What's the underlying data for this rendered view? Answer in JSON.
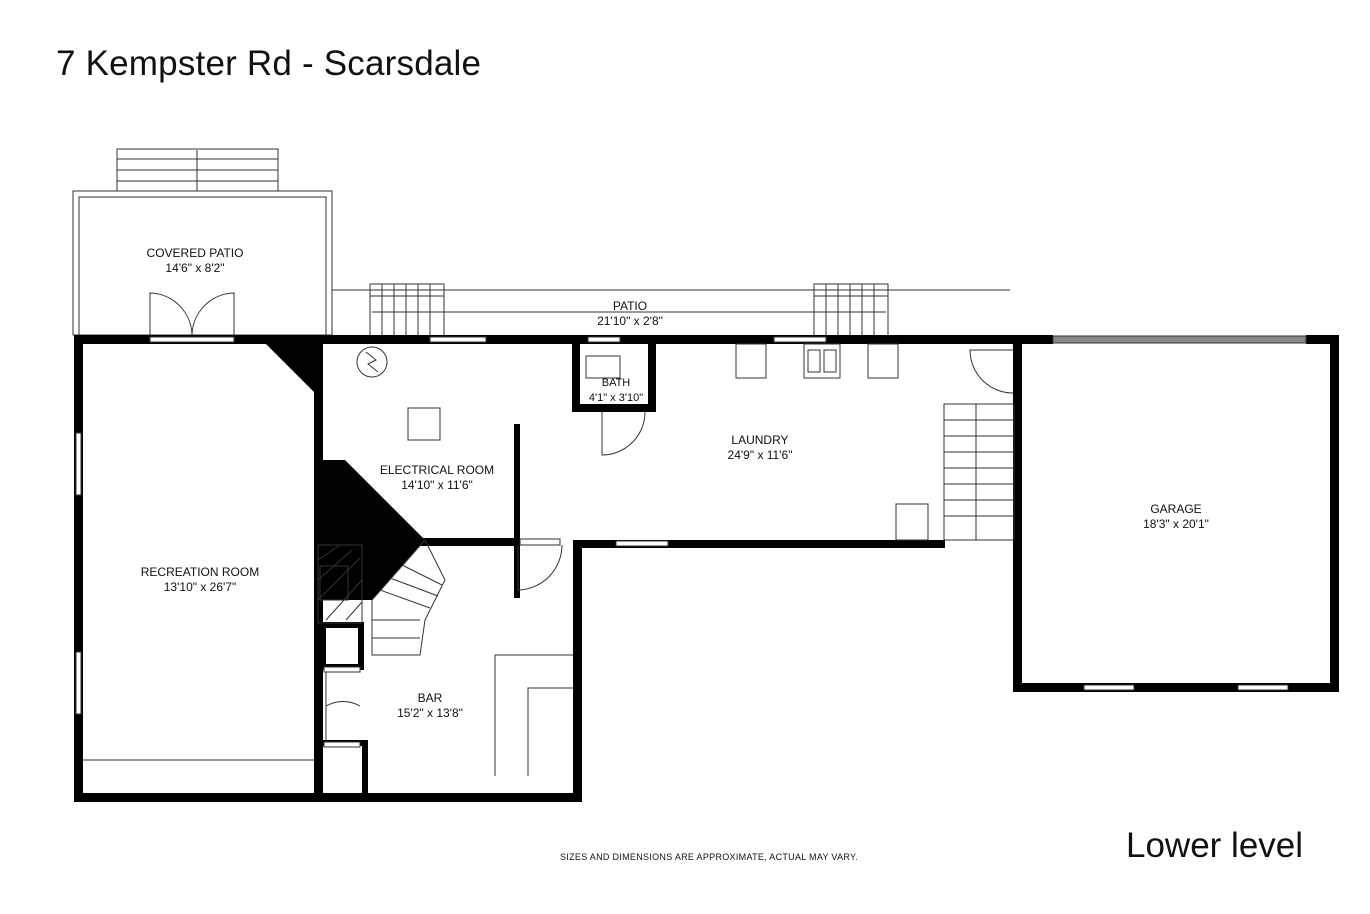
{
  "header": {
    "title": "7 Kempster Rd - Scarsdale"
  },
  "footer": {
    "level_label": "Lower level",
    "disclaimer": "SIZES AND DIMENSIONS ARE APPROXIMATE, ACTUAL MAY VARY."
  },
  "rooms": {
    "covered_patio": {
      "name": "COVERED PATIO",
      "dims": "14'6\" x 8'2\""
    },
    "patio": {
      "name": "PATIO",
      "dims": "21'10\" x 2'8\""
    },
    "recreation_room": {
      "name": "RECREATION ROOM",
      "dims": "13'10\" x 26'7\""
    },
    "electrical_room": {
      "name": "ELECTRICAL ROOM",
      "dims": "14'10\" x 11'6\""
    },
    "bath": {
      "name": "BATH",
      "dims": "4'1\" x 3'10\""
    },
    "laundry": {
      "name": "LAUNDRY",
      "dims": "24'9\" x 11'6\""
    },
    "bar": {
      "name": "BAR",
      "dims": "15'2\" x 13'8\""
    },
    "garage": {
      "name": "GARAGE",
      "dims": "18'3\" x 20'1\""
    }
  },
  "colors": {
    "wall": "#000000",
    "thin_line": "#333333",
    "background": "#ffffff"
  }
}
